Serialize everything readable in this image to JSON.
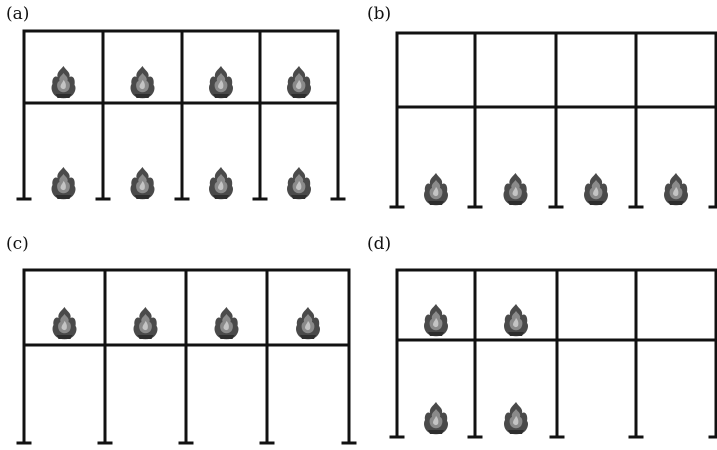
{
  "panels": [
    {
      "label": "(a)",
      "fires": {
        "upper": [
          1,
          1,
          1,
          1
        ],
        "lower": [
          1,
          1,
          1,
          1
        ]
      }
    },
    {
      "label": "(b)",
      "fires": {
        "upper": [
          0,
          0,
          0,
          0
        ],
        "lower": [
          1,
          1,
          1,
          1
        ]
      }
    },
    {
      "label": "(c)",
      "fires": {
        "upper": [
          1,
          1,
          1,
          1
        ],
        "lower": [
          0,
          0,
          0,
          0
        ]
      }
    },
    {
      "label": "(d)",
      "fires": {
        "upper": [
          1,
          1,
          0,
          0
        ],
        "lower": [
          1,
          1,
          0,
          0
        ]
      }
    }
  ],
  "colors": {
    "frame": "#111111",
    "fire_dark": "#3a3a3a",
    "fire_mid": "#7a7a7a",
    "fire_light": "#b5b5b5"
  },
  "icons": {
    "fire": "fire-icon"
  }
}
